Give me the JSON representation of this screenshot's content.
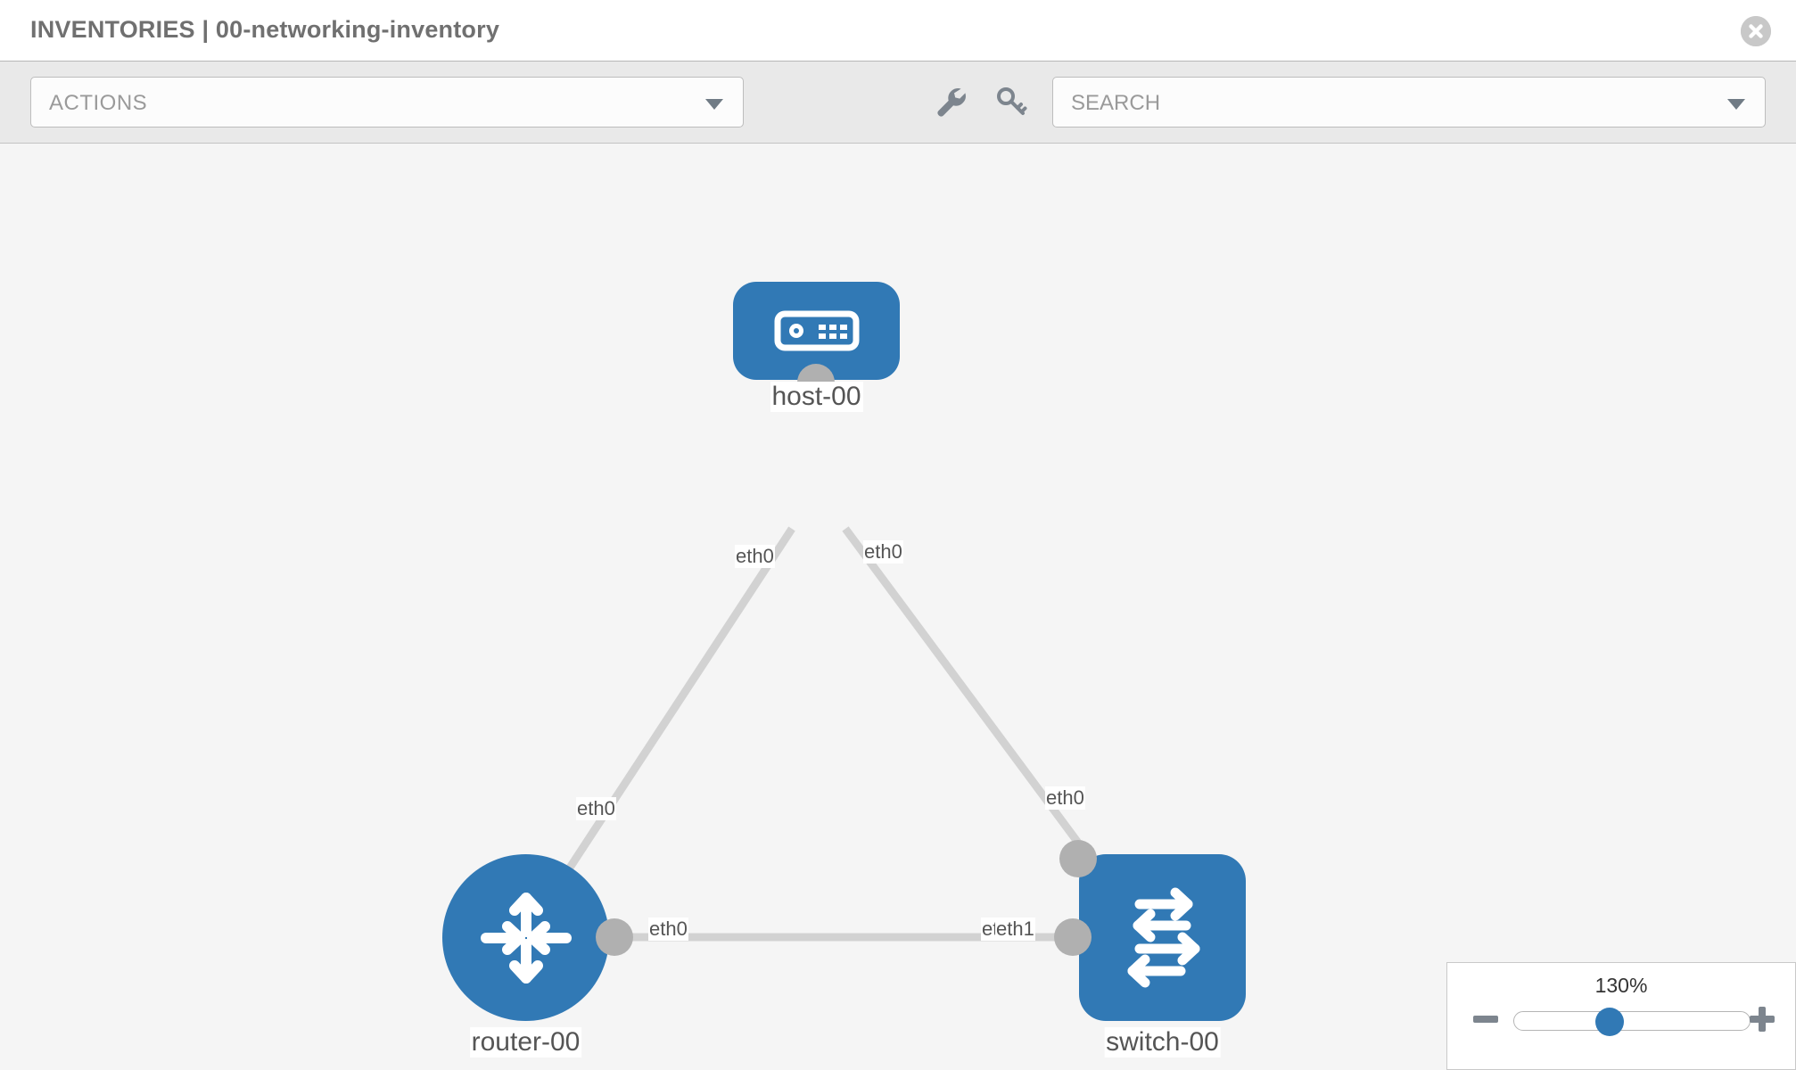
{
  "header": {
    "title": "INVENTORIES | 00-networking-inventory",
    "close_icon": "close-circle-icon"
  },
  "toolbar": {
    "actions_label": "ACTIONS",
    "actions_caret_icon": "chevron-down-icon",
    "wrench_icon": "wrench-icon",
    "key_icon": "key-icon",
    "search_placeholder": "SEARCH",
    "search_value": "",
    "search_caret_icon": "chevron-down-icon"
  },
  "topology": {
    "accent_color": "#3179b5",
    "edge_color": "#d2d2d2",
    "nub_color": "#b0b0b0",
    "canvas_color": "#f5f5f5",
    "nodes": [
      {
        "id": "host-00",
        "label": "host-00",
        "type": "host",
        "icon": "server-icon"
      },
      {
        "id": "router-00",
        "label": "router-00",
        "type": "router",
        "icon": "router-arrows-icon"
      },
      {
        "id": "switch-00",
        "label": "switch-00",
        "type": "switch",
        "icon": "switch-arrows-icon"
      }
    ],
    "links": [
      {
        "from": "host-00",
        "from_iface": "eth0",
        "to": "router-00",
        "to_iface": "eth0"
      },
      {
        "from": "host-00",
        "from_iface": "eth0",
        "to": "switch-00",
        "to_iface": "eth0"
      },
      {
        "from": "router-00",
        "from_iface": "eth0",
        "to": "switch-00",
        "to_iface": "eth1"
      }
    ],
    "interface_labels": {
      "host_left": "eth0",
      "host_right": "eth0",
      "router_up": "eth0",
      "switch_up": "eth0",
      "router_right": "eth0",
      "switch_left_a": "eth",
      "switch_left_b": "eth1"
    }
  },
  "zoom_control": {
    "percent": "130%",
    "minus_icon": "minus-icon",
    "plus_icon": "plus-icon",
    "slider_value": 130,
    "slider_min": 10,
    "slider_max": 220
  }
}
